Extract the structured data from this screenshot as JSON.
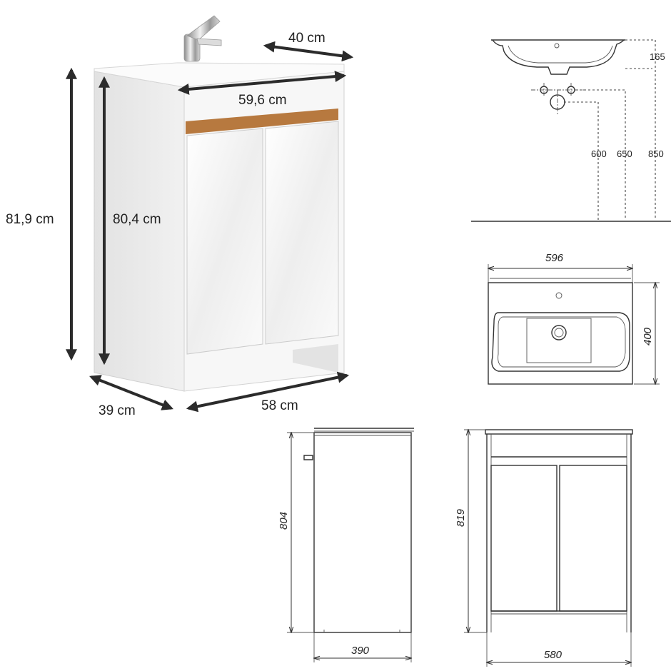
{
  "photo_dimensions": {
    "depth_top": "40 cm",
    "width_top": "59,6 cm",
    "height_total": "81,9 cm",
    "height_cabinet": "80,4 cm",
    "depth_base": "39 cm",
    "width_base": "58 cm"
  },
  "sink_section": {
    "rim_height": "165",
    "pipe_height_1": "600",
    "pipe_height_2": "650",
    "top_height": "850"
  },
  "top_view": {
    "width": "596",
    "depth": "400"
  },
  "side_view": {
    "height": "804",
    "depth": "390"
  },
  "front_view": {
    "height": "819",
    "width": "580"
  },
  "colors": {
    "cabinet_white": "#f4f4f4",
    "wood_strip": "#b7793f",
    "dimension_arrow": "#2b2b2b"
  }
}
